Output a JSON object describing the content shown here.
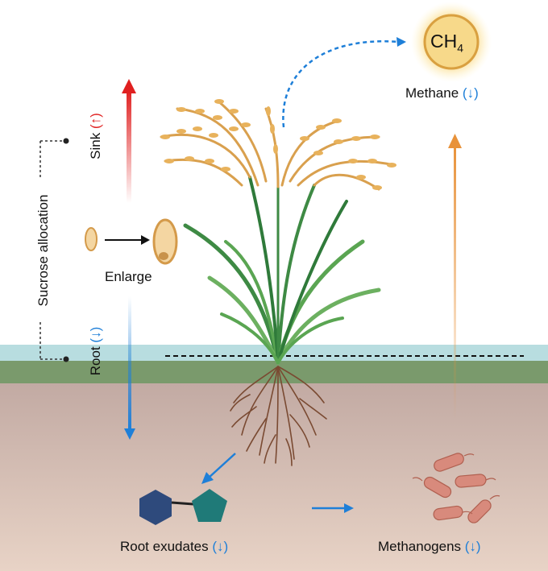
{
  "labels": {
    "ch4": "CH",
    "ch4_sub": "4",
    "methane": "Methane",
    "methane_arrow": "(↓)",
    "sink": "Sink",
    "sink_arrow": "(↑)",
    "root": "Root",
    "root_arrow": "(↓)",
    "sucrose": "Sucrose allocation",
    "enlarge": "Enlarge",
    "root_exudates": "Root exudates",
    "root_exudates_arrow": "(↓)",
    "methanogens": "Methanogens",
    "methanogens_arrow": "(↓)"
  },
  "colors": {
    "sink_arrow": "#e02020",
    "root_arrow": "#1e7fd8",
    "methane_arrow": "#e8923a",
    "water": "#b8dde0",
    "grass": "#7a9a6c",
    "soil": "#c8aca2",
    "hexagon": "#2e4a7c",
    "pentagon": "#1f7a78",
    "bacteria": "#d88a7c"
  }
}
